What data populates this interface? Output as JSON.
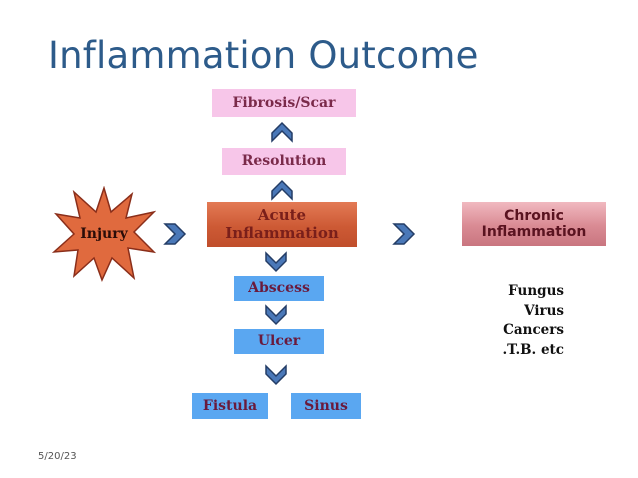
{
  "title": "Inflammation Outcome",
  "nodes": {
    "injury": "Injury",
    "acute_line1": "Acute",
    "acute_line2": "Inflammation",
    "chronic_line1": "Chronic",
    "chronic_line2": "Inflammation",
    "resolution": "Resolution",
    "fibrosis": "Fibrosis/Scar",
    "abscess": "Abscess",
    "ulcer": "Ulcer",
    "fistula": "Fistula",
    "sinus": "Sinus"
  },
  "causes": [
    "Fungus",
    "Virus",
    "Cancers",
    ".T.B. etc"
  ],
  "date": "5/20/23",
  "colors": {
    "title": "#2d5b8a",
    "pink_box": "#f7c6e9",
    "acute_box": "#d0603c",
    "chronic_box": "#d98a93",
    "blue_box": "#5aa7f1",
    "arrow_fill": "#4a78b8",
    "arrow_stroke": "#243d66",
    "starburst": "#e06a3e"
  }
}
